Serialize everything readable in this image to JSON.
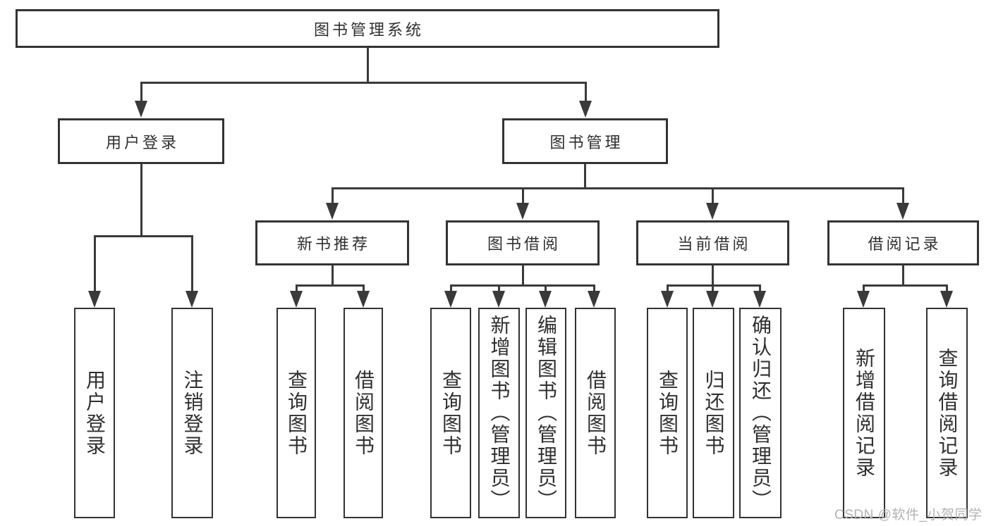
{
  "tree": {
    "root": {
      "label": "图书管理系统"
    },
    "branches": [
      {
        "label": "用户登录",
        "children": [
          {
            "label": "用户登录"
          },
          {
            "label": "注销登录"
          }
        ]
      },
      {
        "label": "图书管理",
        "children": [
          {
            "label": "新书推荐",
            "children": [
              {
                "label": "查询图书"
              },
              {
                "label": "借阅图书"
              }
            ]
          },
          {
            "label": "图书借阅",
            "children": [
              {
                "label": "查询图书"
              },
              {
                "label": "新增图书（管理员）"
              },
              {
                "label": "编辑图书（管理员）"
              },
              {
                "label": "借阅图书"
              }
            ]
          },
          {
            "label": "当前借阅",
            "children": [
              {
                "label": "查询图书"
              },
              {
                "label": "归还图书"
              },
              {
                "label": "确认归还（管理员）"
              }
            ]
          },
          {
            "label": "借阅记录",
            "children": [
              {
                "label": "新增借阅记录"
              },
              {
                "label": "查询借阅记录"
              }
            ]
          }
        ]
      }
    ]
  },
  "watermark": {
    "text": "CSDN @软件_小贺同学"
  },
  "colors": {
    "line": "#3a3a3a",
    "border": "#333333",
    "text": "#2f2f2f",
    "watermark": "#b3b3b3",
    "background": "#ffffff"
  }
}
